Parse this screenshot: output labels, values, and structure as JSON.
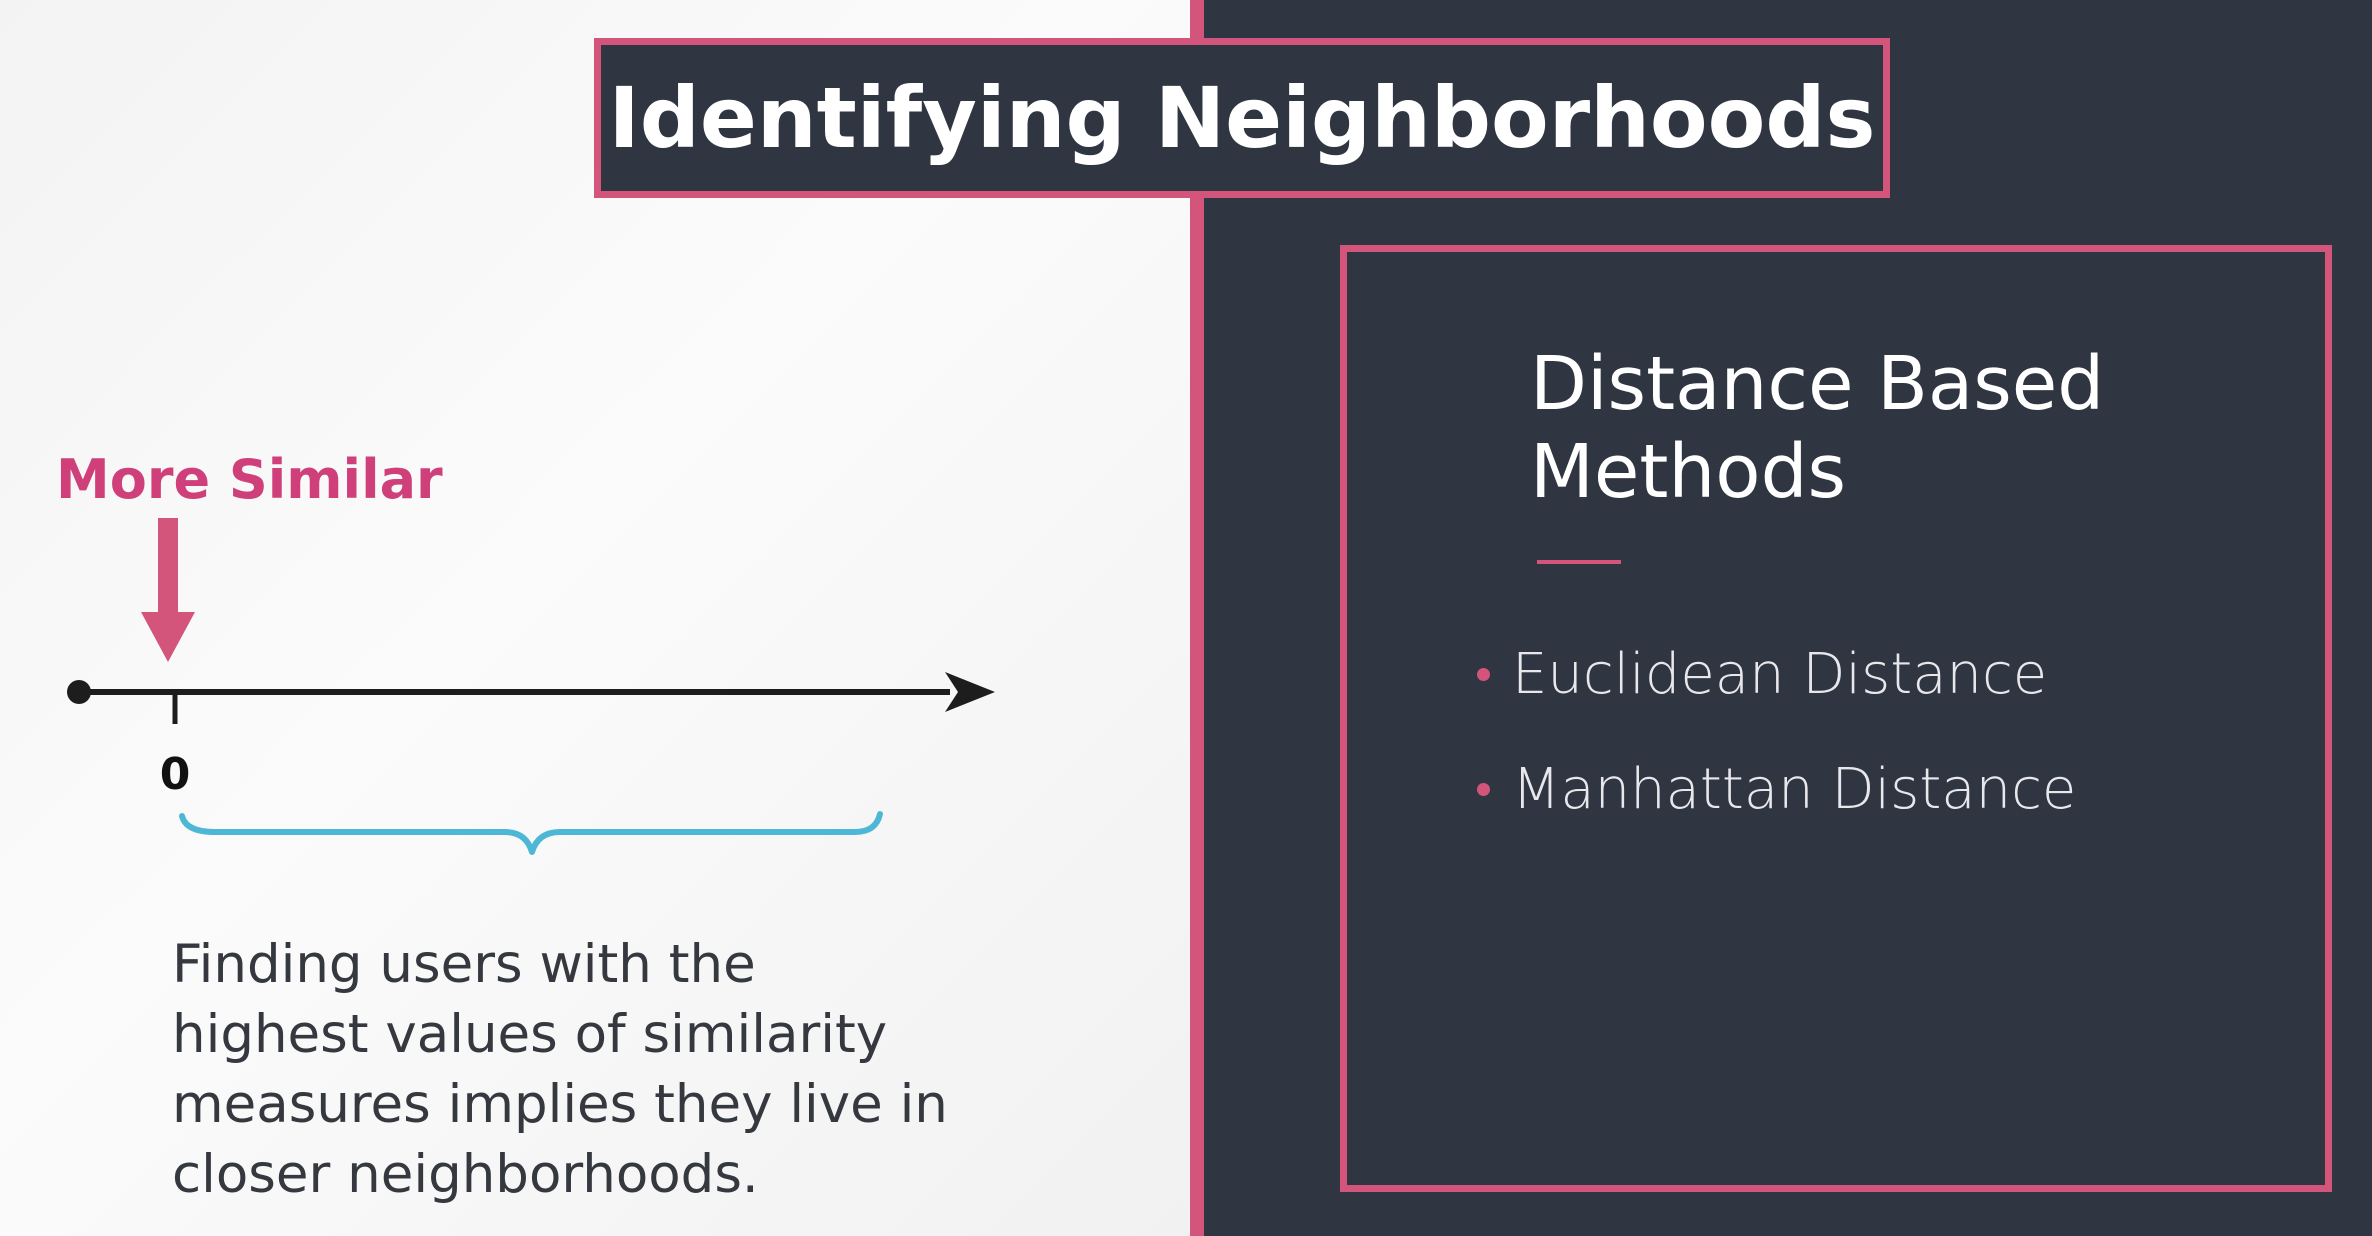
{
  "title": "Identifying Neighborhoods",
  "diagram": {
    "pointer_label": "More Similar",
    "axis_tick_label": "0",
    "caption_lines": [
      "Finding users with the",
      "highest values of similarity",
      "measures implies they live in",
      "closer neighborhoods."
    ]
  },
  "methods_panel": {
    "heading_lines": [
      "Distance Based",
      "Methods"
    ],
    "items": [
      "Euclidean Distance",
      "Manhattan Distance"
    ]
  },
  "colors": {
    "accent_pink": "#d3557c",
    "dark_panel": "#2f3541",
    "brace_blue": "#4fb7d6"
  }
}
